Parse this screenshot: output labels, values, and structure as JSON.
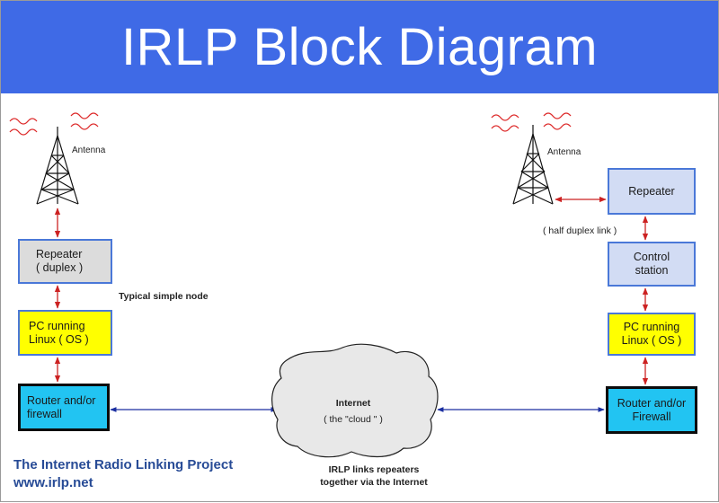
{
  "title": "IRLP Block Diagram",
  "colors": {
    "banner": "#3f6ae6",
    "repeater_left": "#dcdcdc",
    "pc": "#ffff00",
    "router": "#22c4f2",
    "light_box": "#d2dcf4",
    "box_border": "#4a78d8",
    "link_red": "#cc2222",
    "link_blue": "#1a2ea0",
    "wave_red": "#dd2a2a"
  },
  "left_node": {
    "antenna_label": "Antenna",
    "repeater": [
      "Repeater",
      "( duplex )"
    ],
    "pc": [
      "PC running",
      "Linux ( OS )"
    ],
    "router": [
      "Router and/or",
      "firewall"
    ],
    "caption": "Typical simple node"
  },
  "right_node": {
    "antenna_label": "Antenna",
    "repeater": "Repeater",
    "link_label": "( half duplex link )",
    "control": [
      "Control",
      "station"
    ],
    "pc": [
      "PC running",
      "Linux ( OS )"
    ],
    "router": [
      "Router and/or",
      "Firewall"
    ]
  },
  "cloud": {
    "title": "Internet",
    "subtitle": "( the \"cloud \" )"
  },
  "cloud_caption": [
    "IRLP links repeaters",
    "together via the Internet"
  ],
  "footer": {
    "project": "The Internet Radio Linking Project",
    "url": "www.irlp.net"
  }
}
